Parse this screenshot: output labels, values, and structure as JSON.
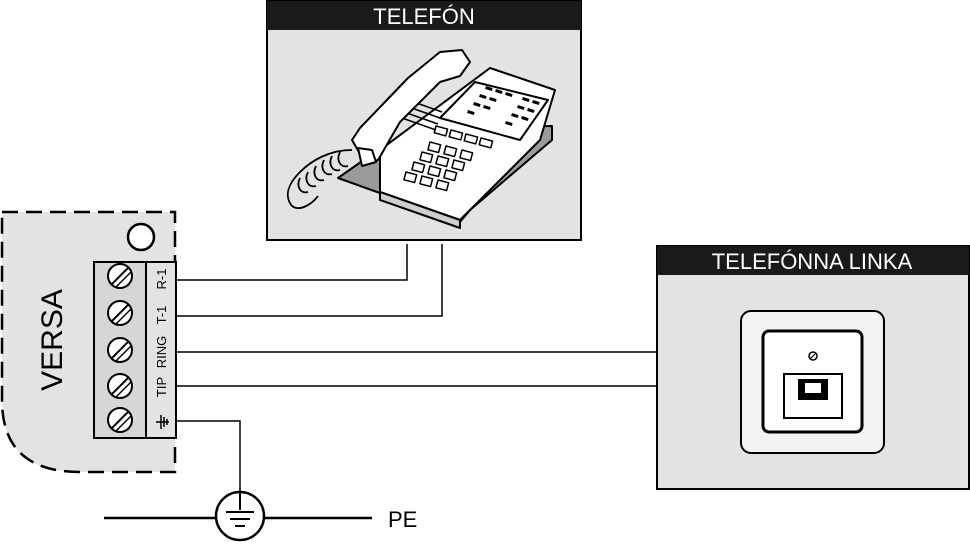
{
  "telephone": {
    "title": "TELEFÓN"
  },
  "phone_line": {
    "title": "TELEFÓNNA LINKA"
  },
  "panel": {
    "name": "VERSA"
  },
  "terminals": [
    "R-1",
    "T-1",
    "RING",
    "TIP"
  ],
  "earth": {
    "label": "PE"
  },
  "colors": {
    "box_fill": "#e3e3e3",
    "header_fill": "#1a1a1a",
    "wire": "#000000"
  }
}
